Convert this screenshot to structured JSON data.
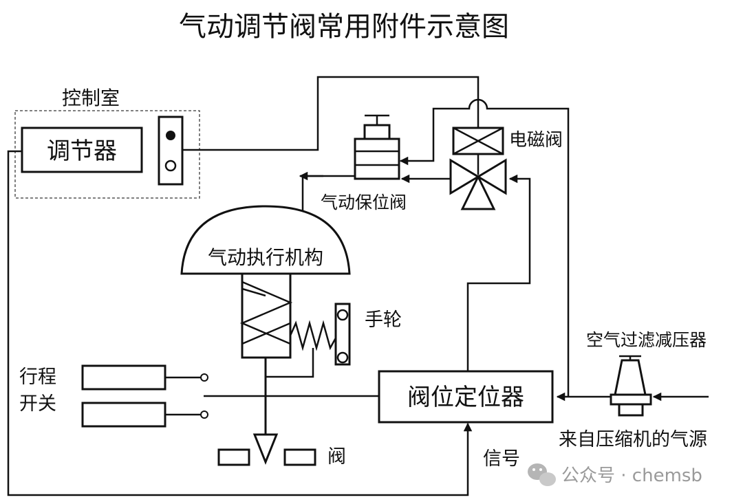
{
  "title": "气动调节阀常用附件示意图",
  "labels": {
    "control_room": "控制室",
    "regulator": "调节器",
    "solenoid_valve": "电磁阀",
    "pneumatic_lock_valve": "气动保位阀",
    "pneumatic_actuator": "气动执行机构",
    "handwheel": "手轮",
    "air_filter_regulator": "空气过滤减压器",
    "limit_switch_line1": "行程",
    "limit_switch_line2": "开关",
    "valve_positioner": "阀位定位器",
    "air_source": "来自压缩机的气源",
    "signal": "信号",
    "valve": "阀"
  },
  "watermark": {
    "text": "公众号 · chemsb",
    "icon": "wechat-icon"
  },
  "colors": {
    "line": "#111111",
    "background": "#ffffff",
    "dashed_border": "#555555",
    "watermark": "#9a9a9a"
  }
}
